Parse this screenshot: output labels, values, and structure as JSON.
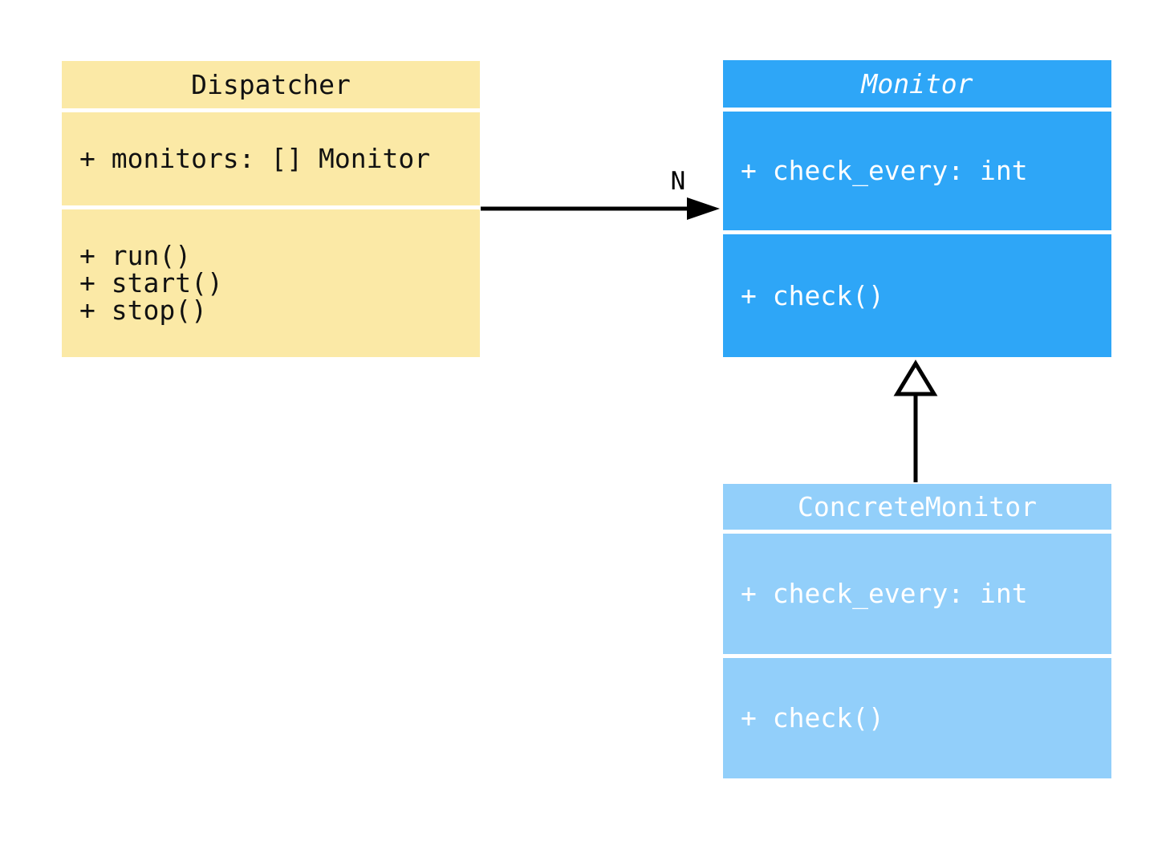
{
  "diagram": {
    "type": "uml-class-diagram",
    "background_color": "#ffffff",
    "edge_color": "#000000",
    "classes": [
      {
        "id": "dispatcher",
        "name": "Dispatcher",
        "abstract": false,
        "fill": "#FBE9A6",
        "text_color": "#111111",
        "attributes": [
          "+ monitors: [] Monitor"
        ],
        "methods": [
          "+ run()",
          "+ start()",
          "+ stop()"
        ]
      },
      {
        "id": "monitor",
        "name": "Monitor",
        "abstract": true,
        "fill": "#2EA6F7",
        "text_color": "#ffffff",
        "attributes": [
          "+ check_every: int"
        ],
        "methods": [
          "+ check()"
        ]
      },
      {
        "id": "concrete-monitor",
        "name": "ConcreteMonitor",
        "abstract": false,
        "fill": "#92CFFA",
        "text_color": "#ffffff",
        "attributes": [
          "+ check_every: int"
        ],
        "methods": [
          "+ check()"
        ]
      }
    ],
    "relations": [
      {
        "type": "association",
        "from": "Dispatcher",
        "to": "Monitor",
        "label": "N"
      },
      {
        "type": "generalization",
        "from": "ConcreteMonitor",
        "to": "Monitor",
        "label": ""
      }
    ]
  }
}
